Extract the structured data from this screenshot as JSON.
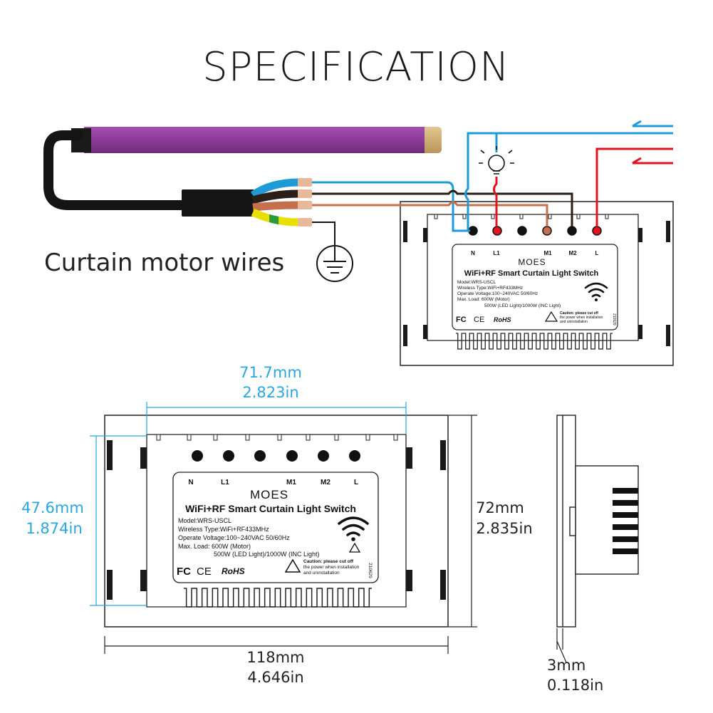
{
  "title": "SPECIFICATION",
  "motor_label": "Curtain motor wires",
  "terminals": [
    "N",
    "L1",
    "M1",
    "M2",
    "L"
  ],
  "product": {
    "brand": "MOES",
    "name": "WiFi+RF Smart Curtain Light Switch",
    "model": "Model:WRS-USCL",
    "wireless": "Wireless Type:WiFi+RF433MHz",
    "voltage": "Operate Voltage:100~240VAC 50/60Hz",
    "load_motor": "Max. Load: 600W (Motor)",
    "load_light": "500W (LED Light)/1000W (INC Light)",
    "caution_1": "Caution: please cut off",
    "caution_2": "the power when installation",
    "caution_3": "and uninstallation",
    "date_code": "210629",
    "cert_fc": "FC",
    "cert_ce": "CE",
    "cert_rohs": "RoHS"
  },
  "dimensions": {
    "inner_width_mm": "71.7mm",
    "inner_width_in": "2.823in",
    "inner_height_mm": "47.6mm",
    "inner_height_in": "1.874in",
    "height_mm": "72mm",
    "height_in": "2.835in",
    "width_mm": "118mm",
    "width_in": "4.646in",
    "thickness_mm": "3mm",
    "thickness_in": "0.118in"
  },
  "colors": {
    "dimension_blue": "#2aa6e0",
    "wire_blue": "#1e9bd7",
    "wire_red": "#e0141e",
    "wire_brown": "#c56f4d",
    "wire_black": "#2b1d17",
    "motor_tube": "#8a3c96",
    "earth_yellow": "#e8e000",
    "earth_green": "#2b9a3a"
  }
}
